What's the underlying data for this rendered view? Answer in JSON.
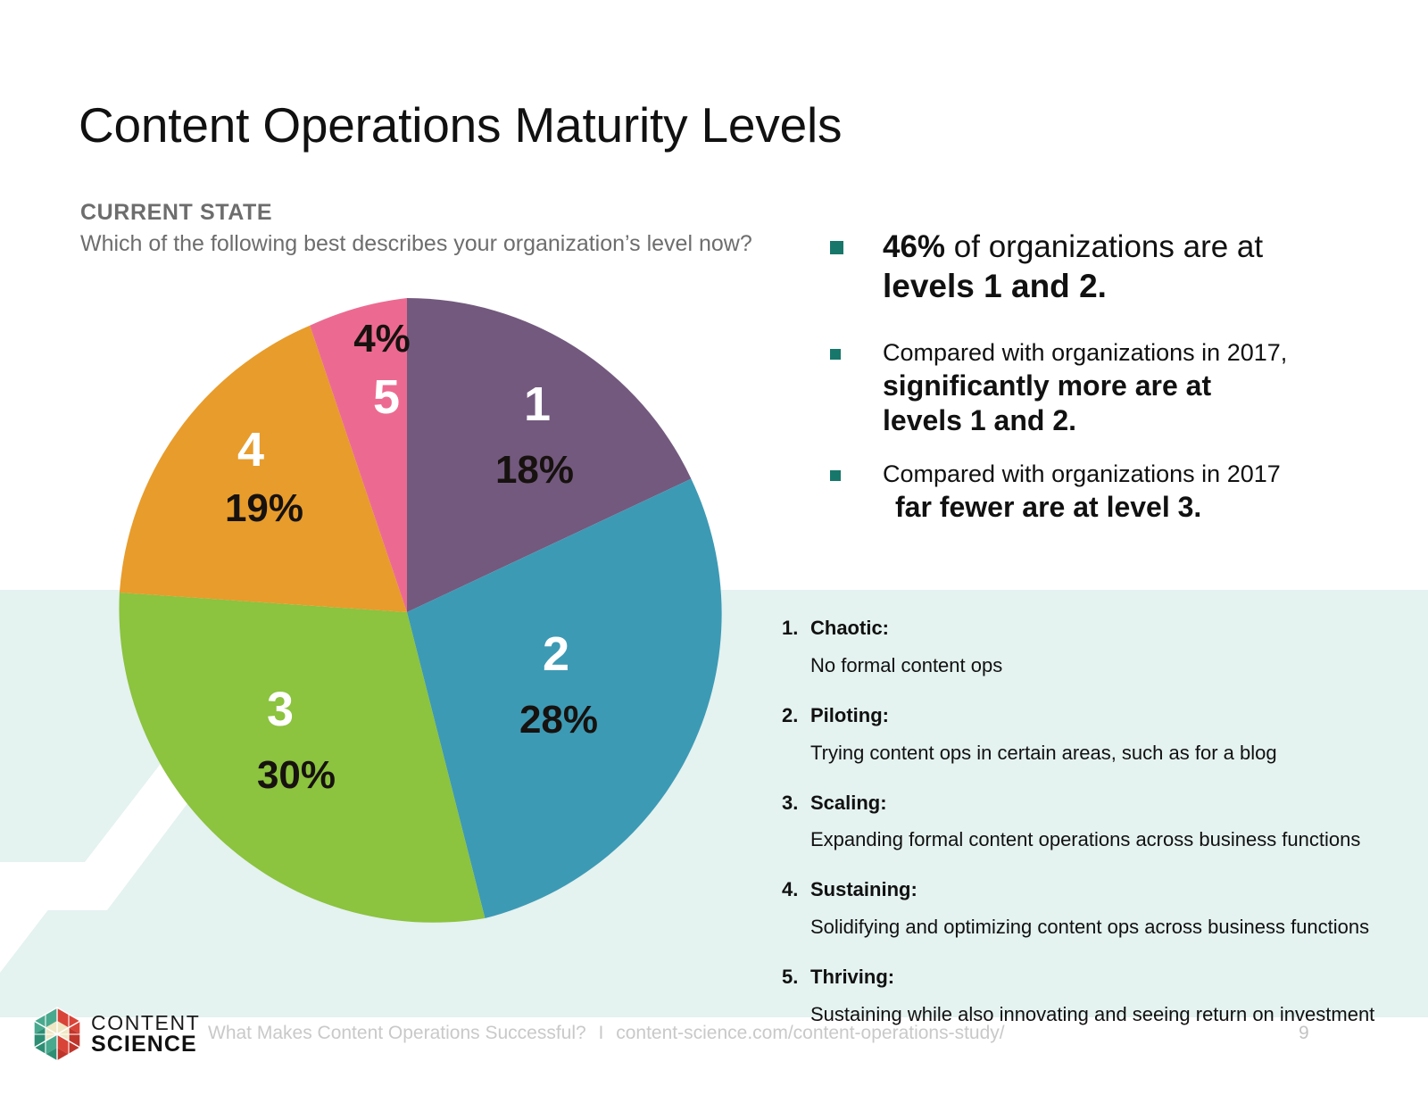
{
  "slide": {
    "title": "Content Operations Maturity Levels",
    "page_number": "9",
    "colors": {
      "accent_teal": "#17776A",
      "band_bg": "#E4F2F0",
      "muted_text": "#6D6D6D",
      "body_text": "#111111"
    }
  },
  "question": {
    "eyebrow": "CURRENT STATE",
    "text": "Which of the following best describes your organization’s level now?"
  },
  "chart_data": {
    "type": "pie",
    "title": "Content Operations Maturity Levels — Current State",
    "categories": [
      "1",
      "2",
      "3",
      "4",
      "5"
    ],
    "values": [
      18,
      28,
      30,
      19,
      4
    ],
    "labels": [
      "18%",
      "28%",
      "30%",
      "19%",
      "4%"
    ],
    "colors": [
      "#73597E",
      "#3D9AB4",
      "#8CC33F",
      "#E89C2B",
      "#EC6A91"
    ],
    "legend": "none",
    "unit": "%",
    "slices": [
      {
        "level": "1",
        "value": 18,
        "label": "18%",
        "color": "#73597E"
      },
      {
        "level": "2",
        "value": 28,
        "label": "28%",
        "color": "#3D9AB4"
      },
      {
        "level": "3",
        "value": 30,
        "label": "30%",
        "color": "#8CC33F"
      },
      {
        "level": "4",
        "value": 19,
        "label": "19%",
        "color": "#E89C2B"
      },
      {
        "level": "5",
        "value": 4,
        "label": "4%",
        "color": "#EC6A91"
      }
    ]
  },
  "key_points": [
    {
      "lead_strong": "46%",
      "lead_rest": " of organizations are at",
      "strong_line": "levels 1 and 2."
    },
    {
      "lead": "Compared with organizations in 2017,",
      "strong_line": "significantly more are at",
      "strong_line2": "levels 1 and 2."
    },
    {
      "lead": "Compared with organizations in 2017",
      "strong_line": "far fewer are at level 3."
    }
  ],
  "levels": [
    {
      "num": "1.",
      "name": "Chaotic:",
      "desc": "No formal content ops"
    },
    {
      "num": "2.",
      "name": "Piloting:",
      "desc": "Trying content ops in certain areas, such as for a blog"
    },
    {
      "num": "3.",
      "name": "Scaling:",
      "desc": "Expanding formal content operations across business functions"
    },
    {
      "num": "4.",
      "name": "Sustaining:",
      "desc": "Solidifying and optimizing content ops across business functions"
    },
    {
      "num": "5.",
      "name": "Thriving:",
      "desc": "Sustaining while also innovating and seeing return on investment"
    }
  ],
  "footer": {
    "logo_line1": "CONTENT",
    "logo_line2": "SCIENCE",
    "study_title": "What Makes Content Operations Successful?",
    "separator": "I",
    "url": "content-science.com/content-operations-study/"
  }
}
